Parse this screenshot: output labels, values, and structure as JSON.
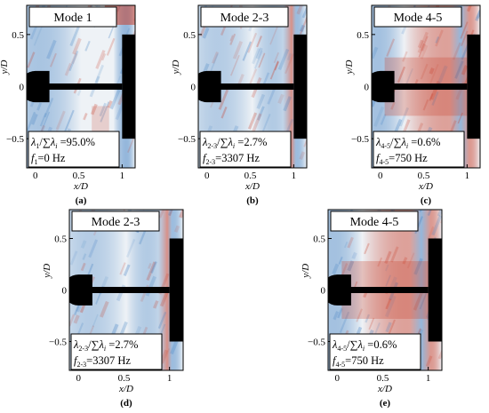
{
  "figure": {
    "panels": [
      {
        "id": "a",
        "label": "(a)",
        "mode_title": "Mode 1",
        "ratio_sub": "1",
        "ratio_value": "=95.0%",
        "freq_sub": "1",
        "freq_value": "=0 Hz",
        "show_ylabel": true,
        "pattern": "mode1"
      },
      {
        "id": "b",
        "label": "(b)",
        "mode_title": "Mode 2-3",
        "ratio_sub": "2-3",
        "ratio_value": "=2.7%",
        "freq_sub": "2-3",
        "freq_value": "=3307 Hz",
        "show_ylabel": true,
        "pattern": "mode23"
      },
      {
        "id": "c",
        "label": "(c)",
        "mode_title": "Mode 4-5",
        "ratio_sub": "4-5",
        "ratio_value": "=0.6%",
        "freq_sub": "4-5",
        "freq_value": "=750 Hz",
        "show_ylabel": true,
        "pattern": "mode45"
      },
      {
        "id": "d",
        "label": "(d)",
        "mode_title": "Mode 2-3",
        "ratio_sub": "2-3",
        "ratio_value": "=2.7%",
        "freq_sub": "2-3",
        "freq_value": "=3307 Hz",
        "show_ylabel": true,
        "pattern": "mode23"
      },
      {
        "id": "e",
        "label": "(e)",
        "mode_title": "Mode 4-5",
        "ratio_sub": "4-5",
        "ratio_value": "=0.6%",
        "freq_sub": "4-5",
        "freq_value": "=750 Hz",
        "show_ylabel": true,
        "pattern": "mode45"
      }
    ],
    "axes": {
      "xlabel": "x/D",
      "ylabel": "y/D",
      "xticks": [
        0,
        0.5,
        1
      ],
      "xtick_labels": [
        "0",
        "0.5",
        "1"
      ],
      "yticks": [
        0.5,
        0,
        -0.5
      ],
      "ytick_labels": [
        "0.5",
        "0",
        "−0.5"
      ],
      "xlim": [
        -0.1,
        1.15
      ],
      "ylim": [
        -0.78,
        0.78
      ]
    },
    "colors": {
      "positive": "#c8402c",
      "negative": "#3b7cc0",
      "neutral": "#eef2f6",
      "body": "#000000"
    }
  }
}
